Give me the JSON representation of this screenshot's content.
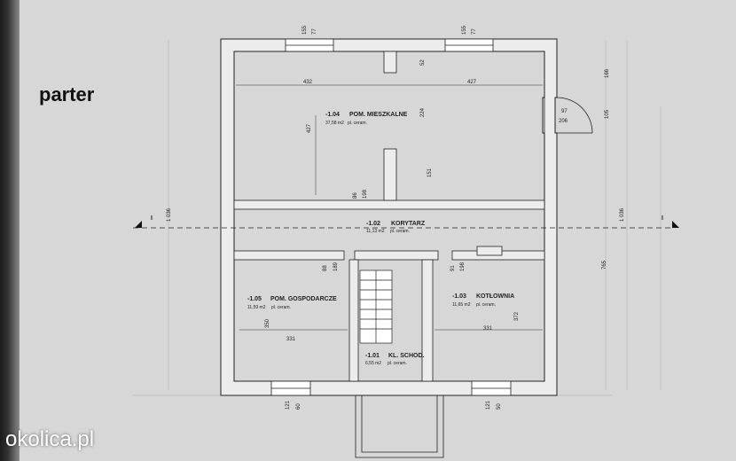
{
  "floor_label": "parter",
  "watermark": "okolica.pl",
  "section_mark": "I",
  "rooms": {
    "r104": {
      "num": "-1.04",
      "name": "POM. MIESZKALNE",
      "area": "37,58 m2",
      "floor": "pl. ceram."
    },
    "r102": {
      "num": "-1.02",
      "name": "KORYTARZ",
      "area": "11,13 m2",
      "floor": "pl. ceram."
    },
    "r105": {
      "num": "-1.05",
      "name": "POM. GOSPODARCZE",
      "area": "11,59 m2",
      "floor": "pl. ceram."
    },
    "r103": {
      "num": "-1.03",
      "name": "KOTŁOWNIA",
      "area": "11,65 m2",
      "floor": "pl. ceram."
    },
    "r101": {
      "num": "-1.01",
      "name": "KL. SCHOD.",
      "area": "6,55 m2",
      "floor": "pl. ceram."
    }
  },
  "dims": {
    "top_155_a": "155",
    "top_77_a": "77",
    "top_155_b": "155",
    "top_77_b": "77",
    "w432": "432",
    "w427": "427",
    "h427": "427",
    "d52": "52",
    "d224": "224",
    "d151": "151",
    "d86": "86",
    "d198": "198",
    "d97": "97",
    "d206": "206",
    "d166": "166",
    "d105": "105",
    "d1036_l": "1 036",
    "d1036_r": "1 036",
    "d765": "765",
    "d88": "88",
    "d189": "189",
    "d91": "91",
    "d198_b": "198",
    "d350": "350",
    "d331_a": "331",
    "d331_b": "331",
    "d372": "372",
    "d121_a": "121",
    "d60_a": "60",
    "d121_b": "121",
    "d50_b": "50"
  }
}
